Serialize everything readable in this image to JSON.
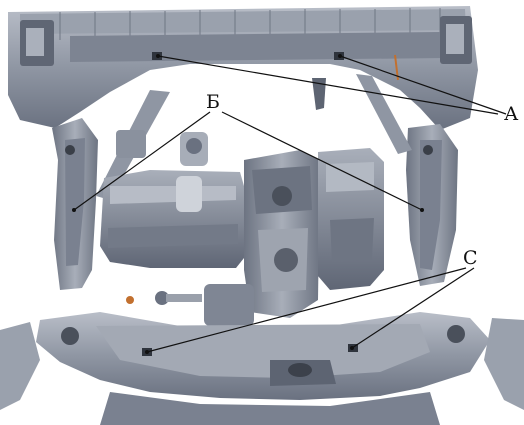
{
  "figure": {
    "kind": "3D scan of vehicle underbody (front subframe, engine, gearbox)",
    "colors": {
      "background": "#ffffff",
      "metal": "#8f96a3",
      "metal_dark": "#5d6472",
      "metal_light": "#c4c9d2",
      "ink": "#111111",
      "accent": "#c2702f"
    },
    "labels": {
      "a": "А",
      "b": "Б",
      "c": "С"
    }
  }
}
